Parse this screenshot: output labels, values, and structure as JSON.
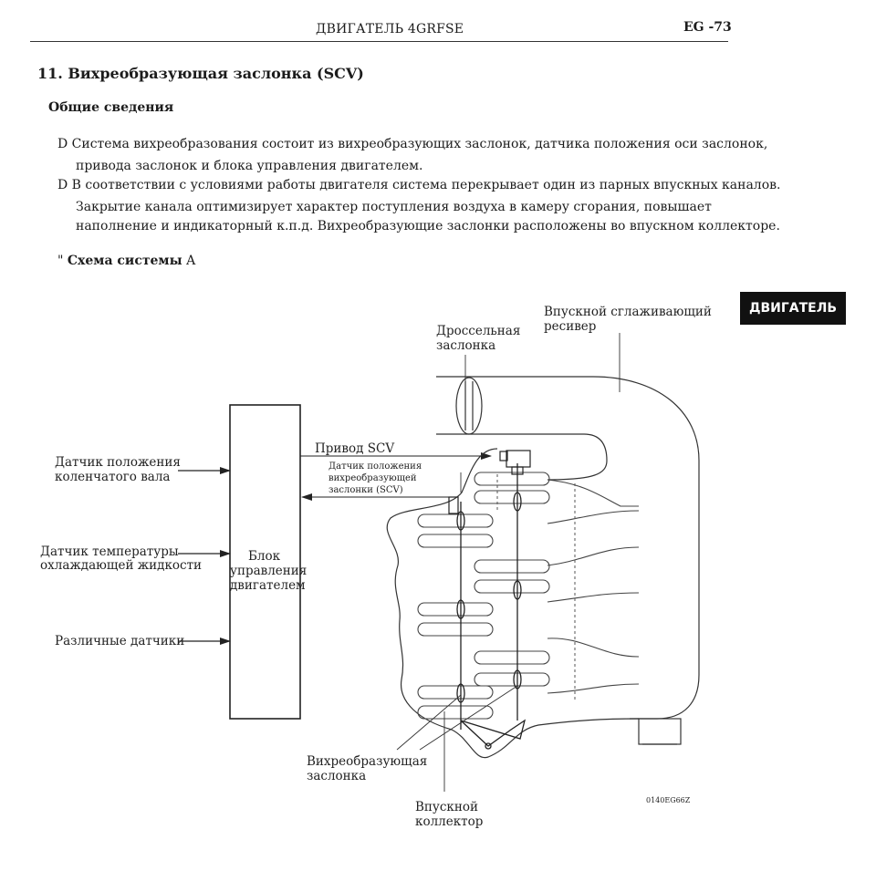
{
  "header": {
    "title": "ДВИГАТЕЛЬ 4GRFSE",
    "page": "EG -73"
  },
  "section": {
    "title": "11. Вихреобразующая заслонка (SCV)",
    "subtitle": "Общие сведения"
  },
  "paragraphs": [
    "D Система вихреобразования состоит из вихреобразующих заслонок, датчика положения оси заслонок,",
    "привода заслонок и блока управления двигателем.",
    "D В соответствии с условиями работы двигателя система перекрывает один из парных впускных каналов.",
    "Закрытие канала оптимизирует характер поступления воздуха в камеру сгорания, повышает",
    "наполнение и индикаторный к.п.д. Вихреобразующие заслонки расположены во впускном коллекторе."
  ],
  "schema": {
    "quote": "\"",
    "label": "Схема системы",
    "suffix": "A"
  },
  "badge": "ДВИГАТЕЛЬ",
  "diagram": {
    "labels": {
      "surge_tank": [
        "Впускной сглаживающий",
        "ресивер"
      ],
      "throttle": [
        "Дроссельная",
        "заслонка"
      ],
      "crank_sensor": [
        "Датчик положения",
        "коленчатого вала"
      ],
      "coolant_sensor": [
        "Датчик температуры",
        "охлаждающей жидкости"
      ],
      "various_sensors": "Различные датчики",
      "ecu": [
        "Блок",
        "управления",
        "двигателем"
      ],
      "scv_actuator": "Привод SCV",
      "scv_position_sensor": [
        "Датчик положения",
        "вихреобразующей",
        "заслонки (SCV)"
      ],
      "swirl_valve": [
        "Вихреобразующая",
        "заслонка"
      ],
      "intake_manifold": [
        "Впускной",
        "коллектор"
      ],
      "figure_code": "0140EG66Z"
    }
  }
}
